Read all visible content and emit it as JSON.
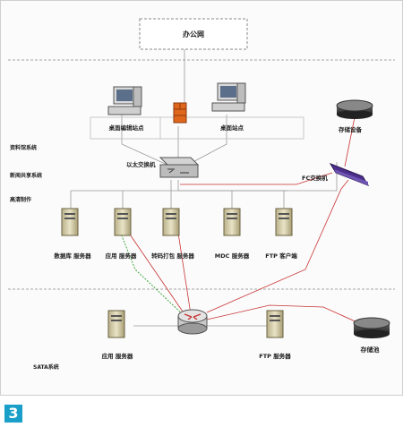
{
  "zones": {
    "office": "办公网",
    "data_system": "资料馆系统",
    "news_system": "新闻共享系统",
    "hd_system": "高清制作",
    "sata_system": "SATA系统"
  },
  "nodes": {
    "desktop_edit": "桌面编辑站点",
    "desktop_site": "桌面站点",
    "ethernet_switch": "以太交换机",
    "fc_switch": "FC交换机",
    "storage_device": "存储设备",
    "db_server": "数据库 服务器",
    "app_server": "应用  服务器",
    "transcode_server": "转码打包 服务器",
    "mdc_server": "MDC 服务器",
    "ftp_client": "FTP  客户端",
    "sata_app_server": "应用  服务器",
    "sata_ftp_server": "FTP  服务器",
    "storage_pool": "存储池"
  },
  "badge": "3",
  "colors": {
    "fc_link": "#c83232",
    "eth_link": "#999999",
    "green_link": "#2e9e2e",
    "switch_purple": "#4b2e8c",
    "badge": "#1aa0c8"
  }
}
